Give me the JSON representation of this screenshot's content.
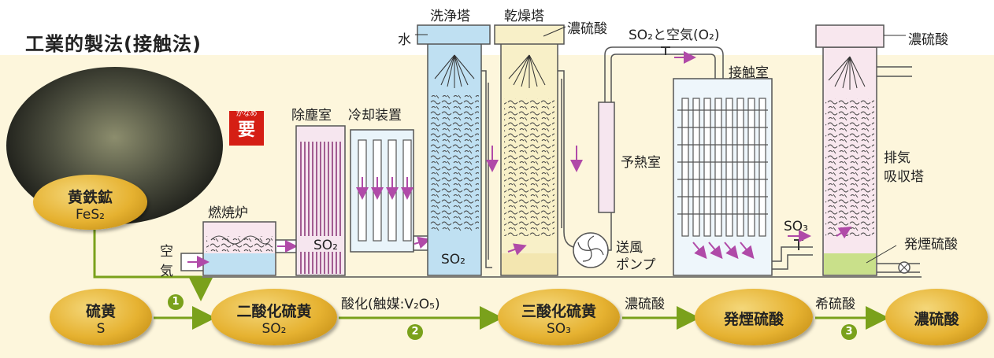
{
  "title": "工業的製法(接触法)",
  "badge": {
    "ruby": "かなめ",
    "text": "要"
  },
  "ore": {
    "name": "黄鉄鉱",
    "formula": "FeS₂"
  },
  "equipment": {
    "furnace": "燃焼炉",
    "dust_chamber": "除塵室",
    "cooler": "冷却装置",
    "wash_tower": "洗浄塔",
    "dry_tower": "乾燥塔",
    "preheat_room": "予熱室",
    "blower_pump_1": "送風",
    "blower_pump_2": "ポンプ",
    "contact_room": "接触室",
    "exhaust_tower_1": "排気",
    "exhaust_tower_2": "吸収塔"
  },
  "labels": {
    "water": "水",
    "conc_acid_dry": "濃硫酸",
    "so2_air": "SO₂と空気(O₂)",
    "conc_acid_top": "濃硫酸",
    "air_1": "空",
    "air_2": "気",
    "so2_dust": "SO₂",
    "so2_wash": "SO₂",
    "so3_pipe": "SO₃",
    "fuming_label": "発煙硫酸"
  },
  "flow": [
    {
      "line1": "硫黄",
      "line2": "S"
    },
    {
      "line1": "二酸化硫黄",
      "line2": "SO₂"
    },
    {
      "line1": "三酸化硫黄",
      "line2": "SO₃"
    },
    {
      "line1": "発煙硫酸",
      "line2": ""
    },
    {
      "line1": "濃硫酸",
      "line2": ""
    }
  ],
  "arrows": [
    {
      "number": "1",
      "label": ""
    },
    {
      "number": "2",
      "label": "酸化(触媒:V₂O₅)"
    },
    {
      "number": "",
      "label": "濃硫酸"
    },
    {
      "number": "3",
      "label": "希硫酸"
    }
  ],
  "colors": {
    "acid_liquid": "#c9e08a",
    "water_blue": "#bfe0f2",
    "oval": "#e6b231",
    "arrow_green": "#7aa11b",
    "flow_arrow": "#b04aa8"
  }
}
